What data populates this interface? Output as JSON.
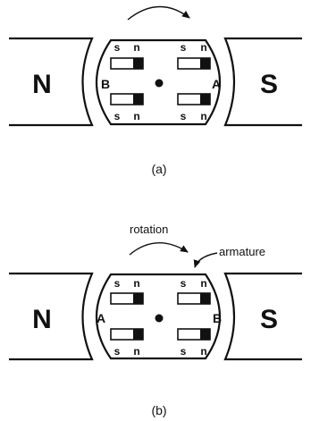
{
  "panel_a": {
    "left_pole": "N",
    "right_pole": "S",
    "left_brush": "B",
    "right_brush": "A",
    "magnet_top_left": {
      "s": "s",
      "n": "n"
    },
    "magnet_top_right": {
      "s": "s",
      "n": "n"
    },
    "magnet_bottom_left": {
      "s": "s",
      "n": "n"
    },
    "magnet_bottom_right": {
      "s": "s",
      "n": "n"
    },
    "caption": "(a)"
  },
  "panel_b": {
    "rotation_label": "rotation",
    "armature_label": "armature",
    "left_pole": "N",
    "right_pole": "S",
    "left_brush": "A",
    "right_brush": "B",
    "magnet_top_left": {
      "s": "s",
      "n": "n"
    },
    "magnet_top_right": {
      "s": "s",
      "n": "n"
    },
    "magnet_bottom_left": {
      "s": "s",
      "n": "n"
    },
    "magnet_bottom_right": {
      "s": "s",
      "n": "n"
    },
    "caption": "(b)"
  }
}
